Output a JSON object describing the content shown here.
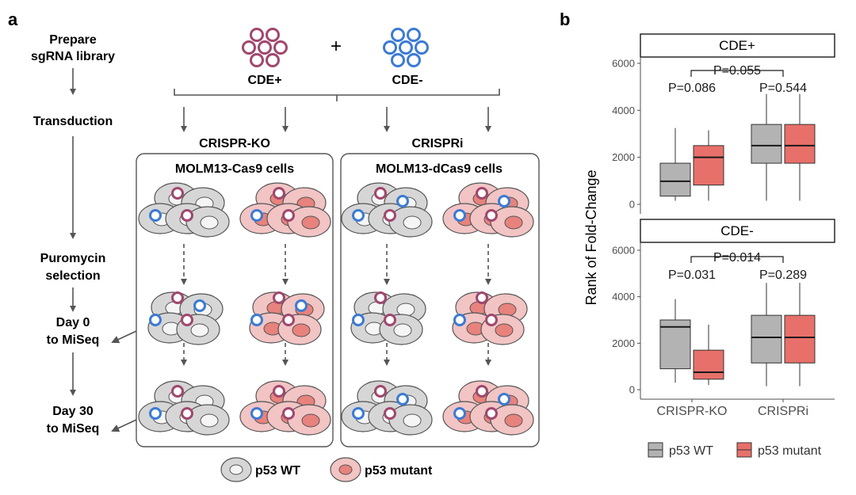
{
  "panel_a": {
    "label": "a",
    "steps": {
      "prepare": [
        "Prepare",
        "sgRNA library"
      ],
      "transduction": "Transduction",
      "puromycin": [
        "Puromycin",
        "selection"
      ],
      "day0": [
        "Day 0",
        "to MiSeq"
      ],
      "day30": [
        "Day 30",
        "to MiSeq"
      ]
    },
    "library_plus": "CDE+",
    "library_minus": "CDE-",
    "plus_sign": "+",
    "crispr_ko": {
      "title": "CRISPR-KO",
      "cells": "MOLM13-Cas9 cells"
    },
    "crispri": {
      "title": "CRISPRi",
      "cells": "MOLM13-dCas9 cells"
    },
    "legend": {
      "wt": "p53 WT",
      "mutant": "p53 mutant"
    },
    "colors": {
      "cde_plus": "#a0476e",
      "cde_minus": "#3b7bd4",
      "wt_fill": "#d6d6d6",
      "mut_fill": "#f2c4c4",
      "mut_nucleus": "#e8827c"
    }
  },
  "panel_b": {
    "label": "b",
    "ylabel": "Rank of Fold-Change",
    "facets": [
      "CDE+",
      "CDE-"
    ],
    "x_categories": [
      "CRISPR-KO",
      "CRISPRi"
    ],
    "y_ticks": [
      "0",
      "2000",
      "4000",
      "6000"
    ],
    "legend": {
      "wt": "p53 WT",
      "mutant": "p53 mutant"
    },
    "pvalues": {
      "cde_plus": {
        "between": "P=0.055",
        "crispr_ko": "P=0.086",
        "crispri": "P=0.544"
      },
      "cde_minus": {
        "between": "P=0.014",
        "crispr_ko": "P=0.031",
        "crispri": "P=0.289"
      }
    }
  },
  "chart_data": {
    "type": "box",
    "facets": [
      "CDE+",
      "CDE-"
    ],
    "categories": [
      "CRISPR-KO",
      "CRISPRi"
    ],
    "ylabel": "Rank of Fold-Change",
    "ylim": [
      0,
      6200
    ],
    "legend_position": "bottom",
    "colors": {
      "p53 WT": "#b3b3b3",
      "p53 mutant": "#e8706a"
    },
    "series": [
      {
        "facet": "CDE+",
        "category": "CRISPR-KO",
        "name": "p53 WT",
        "whisker_low": 150,
        "q1": 350,
        "median": 980,
        "q3": 1750,
        "whisker_high": 3250
      },
      {
        "facet": "CDE+",
        "category": "CRISPR-KO",
        "name": "p53 mutant",
        "whisker_low": 150,
        "q1": 820,
        "median": 2000,
        "q3": 2500,
        "whisker_high": 3150
      },
      {
        "facet": "CDE+",
        "category": "CRISPRi",
        "name": "p53 WT",
        "whisker_low": 150,
        "q1": 1750,
        "median": 2500,
        "q3": 3400,
        "whisker_high": 4700
      },
      {
        "facet": "CDE+",
        "category": "CRISPRi",
        "name": "p53 mutant",
        "whisker_low": 150,
        "q1": 1750,
        "median": 2500,
        "q3": 3400,
        "whisker_high": 4700
      },
      {
        "facet": "CDE-",
        "category": "CRISPR-KO",
        "name": "p53 WT",
        "whisker_low": 300,
        "q1": 900,
        "median": 2700,
        "q3": 3000,
        "whisker_high": 3900
      },
      {
        "facet": "CDE-",
        "category": "CRISPR-KO",
        "name": "p53 mutant",
        "whisker_low": 200,
        "q1": 450,
        "median": 750,
        "q3": 1700,
        "whisker_high": 2800
      },
      {
        "facet": "CDE-",
        "category": "CRISPRi",
        "name": "p53 WT",
        "whisker_low": 150,
        "q1": 1150,
        "median": 2250,
        "q3": 3200,
        "whisker_high": 4600
      },
      {
        "facet": "CDE-",
        "category": "CRISPRi",
        "name": "p53 mutant",
        "whisker_low": 150,
        "q1": 1150,
        "median": 2250,
        "q3": 3200,
        "whisker_high": 4600
      }
    ]
  }
}
